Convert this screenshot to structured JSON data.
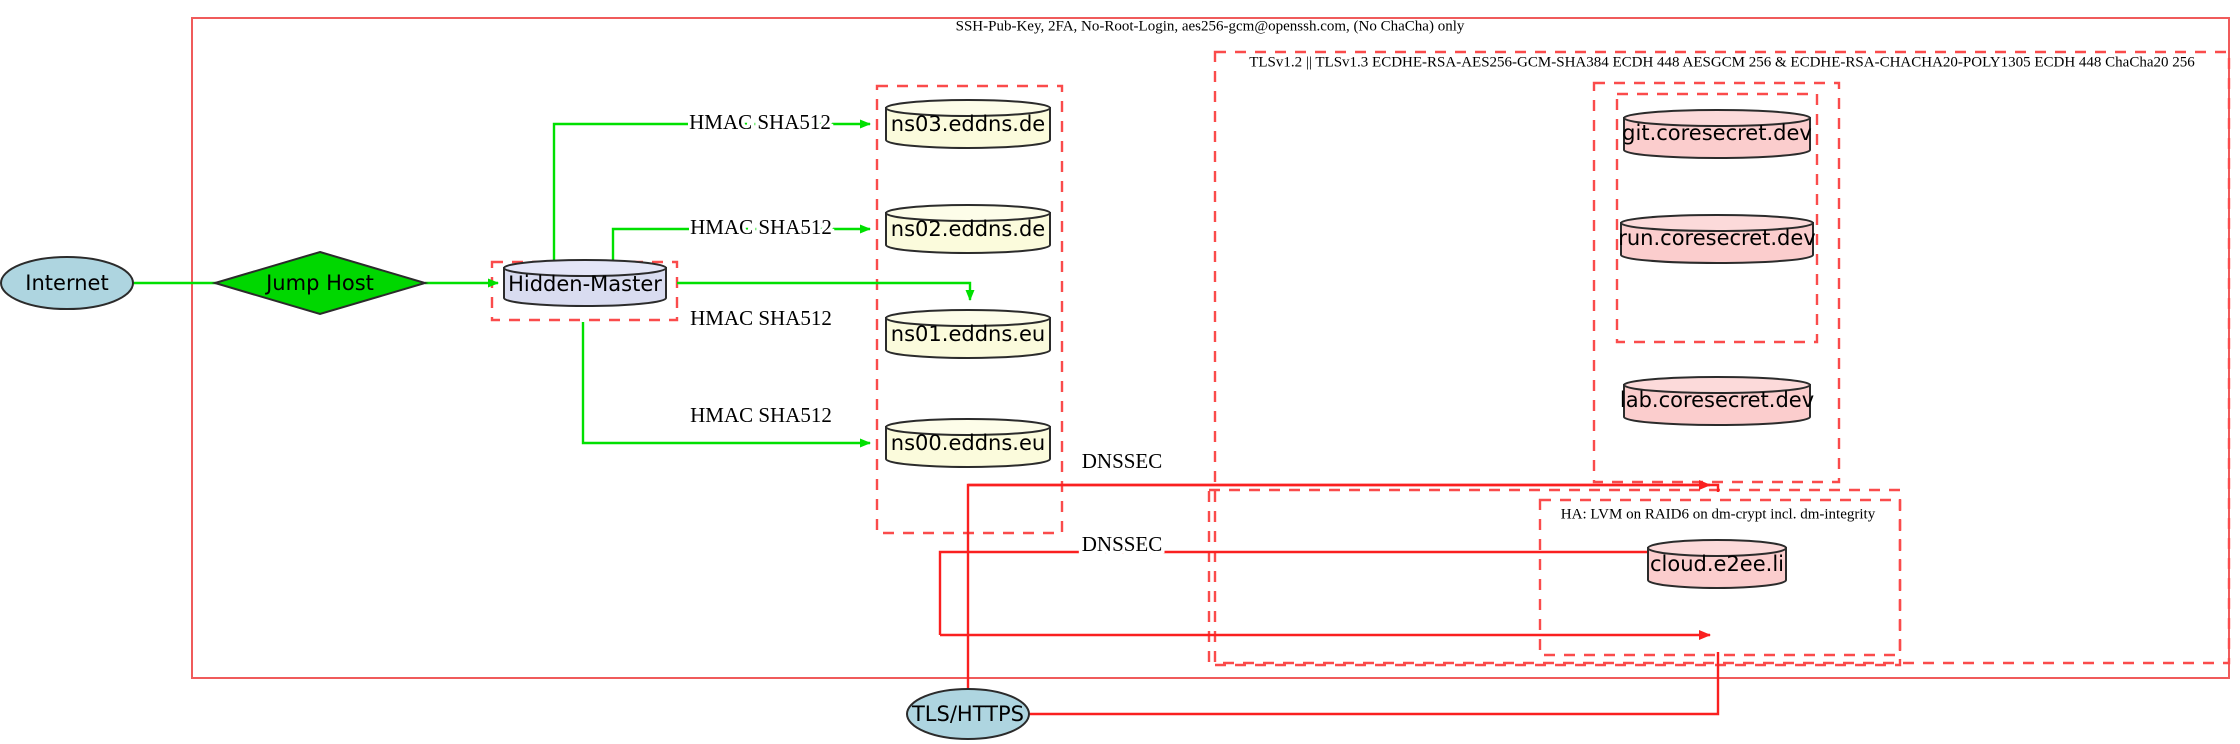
{
  "diagram": {
    "title_note": "Network security architecture diagram",
    "clusters": [
      {
        "id": "ssh-outer",
        "label": "SSH-Pub-Key, 2FA, No-Root-Login, aes256-gcm@openssh.com, (No ChaCha) only"
      },
      {
        "id": "tls-ciphers",
        "label": "TLSv1.2 || TLSv1.3 ECDHE-RSA-AES256-GCM-SHA384 ECDH 448 AESGCM 256 & ECDHE-RSA-CHACHA20-POLY1305 ECDH 448 ChaCha20 256"
      },
      {
        "id": "ha-storage",
        "label": "HA: LVM on RAID6 on dm-crypt incl. dm-integrity"
      },
      {
        "id": "hidden-master-zone",
        "label": ""
      },
      {
        "id": "nameserver-zone",
        "label": ""
      },
      {
        "id": "coresecret-zone",
        "label": ""
      },
      {
        "id": "coresecret-inner-zone",
        "label": ""
      },
      {
        "id": "cloud-zone",
        "label": ""
      }
    ],
    "nodes": [
      {
        "id": "internet",
        "label": "Internet",
        "shape": "ellipse",
        "color": "#aed5e0"
      },
      {
        "id": "jump-host",
        "label": "Jump Host",
        "shape": "diamond",
        "color": "#00d700"
      },
      {
        "id": "hidden-master",
        "label": "Hidden-Master",
        "shape": "cylinder",
        "color": "#d9dcf0"
      },
      {
        "id": "ns03",
        "label": "ns03.eddns.de",
        "shape": "cylinder",
        "color": "#fbfbdc"
      },
      {
        "id": "ns02",
        "label": "ns02.eddns.de",
        "shape": "cylinder",
        "color": "#fbfbdc"
      },
      {
        "id": "ns01",
        "label": "ns01.eddns.eu",
        "shape": "cylinder",
        "color": "#fbfbdc"
      },
      {
        "id": "ns00",
        "label": "ns00.eddns.eu",
        "shape": "cylinder",
        "color": "#fbfbdc"
      },
      {
        "id": "git",
        "label": "git.coresecret.dev",
        "shape": "cylinder",
        "color": "#fbcdcd"
      },
      {
        "id": "run",
        "label": "run.coresecret.dev",
        "shape": "cylinder",
        "color": "#fbcdcd"
      },
      {
        "id": "lab",
        "label": "lab.coresecret.dev",
        "shape": "cylinder",
        "color": "#fbcdcd"
      },
      {
        "id": "cloud",
        "label": "cloud.e2ee.li",
        "shape": "cylinder",
        "color": "#fbcdcd"
      },
      {
        "id": "tls-https",
        "label": "TLS/HTTPS",
        "shape": "ellipse",
        "color": "#aed5e0"
      }
    ],
    "edges": [
      {
        "id": "e-internet-jump",
        "from": "internet",
        "to": "jump-host",
        "label": "",
        "color": "#00e000"
      },
      {
        "id": "e-jump-hidden",
        "from": "jump-host",
        "to": "hidden-master",
        "label": "",
        "color": "#00e000"
      },
      {
        "id": "e-hidden-ns03",
        "from": "hidden-master",
        "to": "ns03",
        "label": "HMAC SHA512",
        "color": "#00e000"
      },
      {
        "id": "e-hidden-ns02",
        "from": "hidden-master",
        "to": "ns02",
        "label": "HMAC SHA512",
        "color": "#00e000"
      },
      {
        "id": "e-hidden-ns01",
        "from": "hidden-master",
        "to": "ns01",
        "label": "HMAC SHA512",
        "color": "#00e000"
      },
      {
        "id": "e-hidden-ns00",
        "from": "hidden-master",
        "to": "ns00",
        "label": "HMAC SHA512",
        "color": "#00e000"
      },
      {
        "id": "e-dnssec-upper",
        "from": "tls-https",
        "to": "coresecret-zone",
        "label": "DNSSEC",
        "color": "#fa2020"
      },
      {
        "id": "e-dnssec-lower",
        "from": "tls-https",
        "to": "cloud-zone",
        "label": "DNSSEC",
        "color": "#fa2020"
      }
    ],
    "edge_labels": {
      "hmac": "HMAC SHA512",
      "dnssec": "DNSSEC"
    },
    "colors": {
      "green_edge": "#00e000",
      "red_edge": "#fa2020",
      "dashed_boundary": "#fa4b4b",
      "solid_boundary": "#f05b5b",
      "blue_node": "#aed5e0",
      "green_node": "#00d700",
      "lavender_node": "#d9dcf0",
      "yellow_node": "#fbfbdc",
      "pink_node": "#fbcdcd"
    }
  }
}
